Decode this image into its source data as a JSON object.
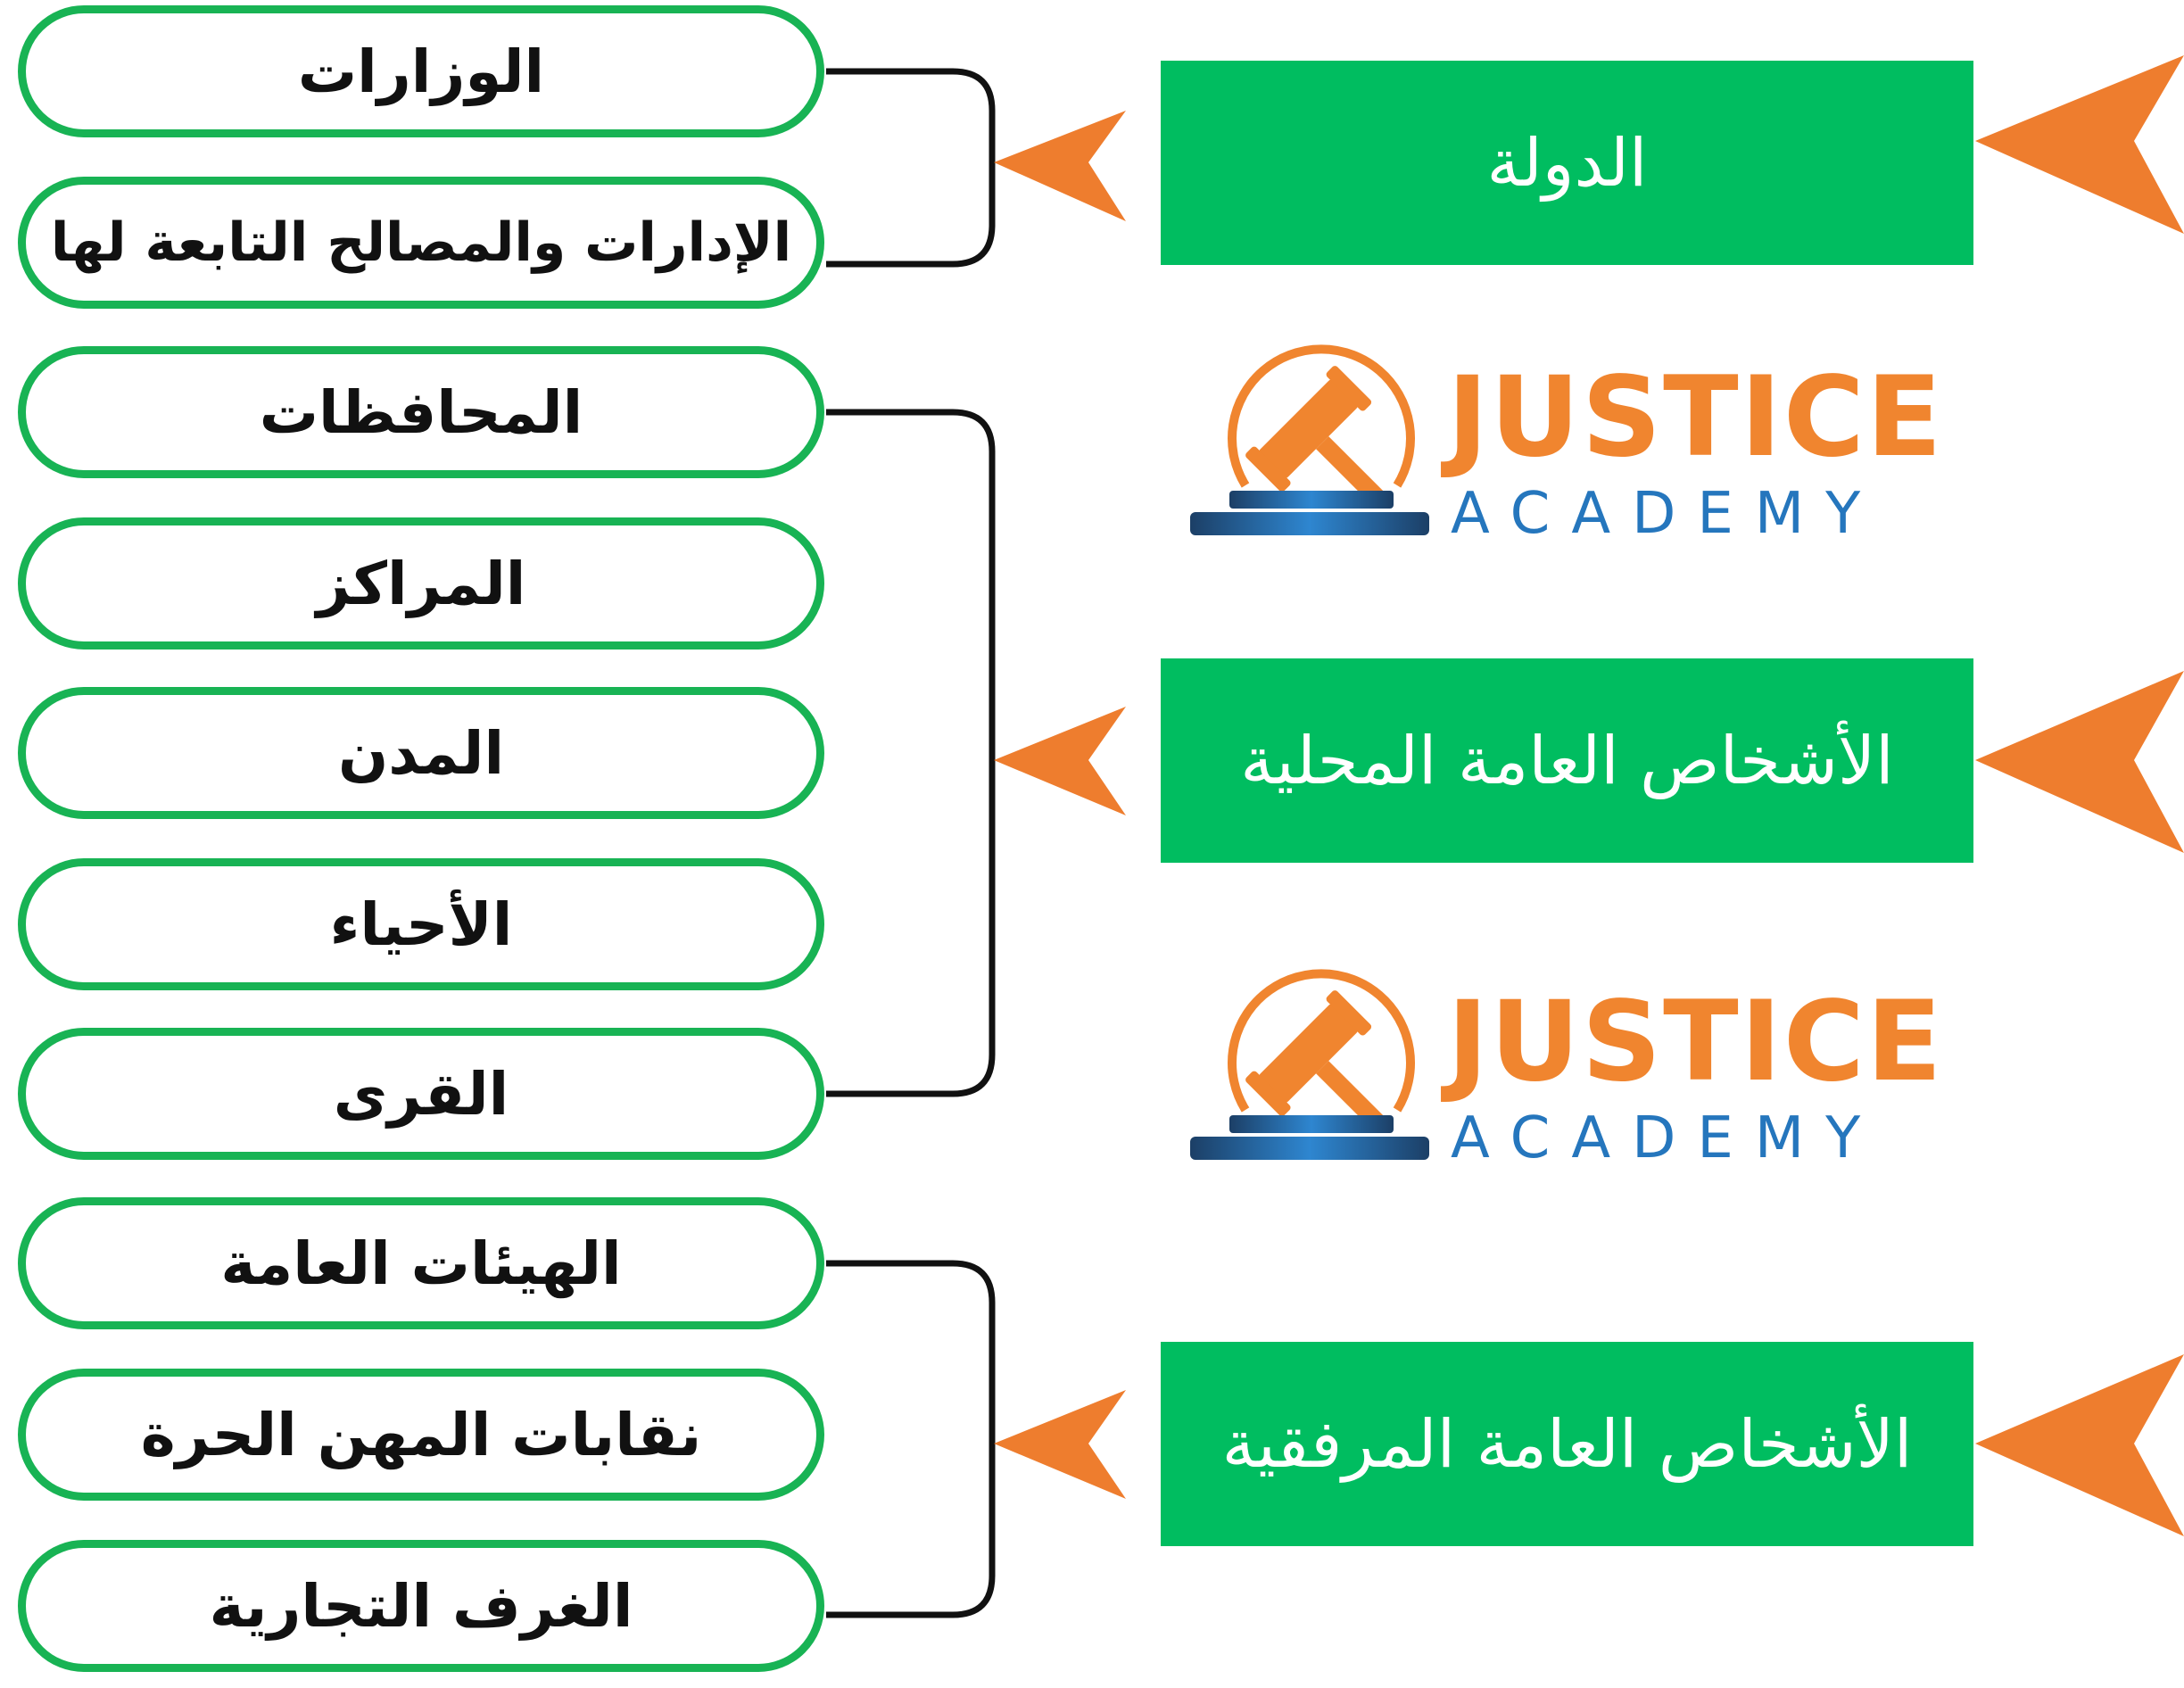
{
  "categories": [
    {
      "label": "الدولة",
      "members": [
        "الوزارات",
        "الإدارات والمصالح التابعة لها"
      ]
    },
    {
      "label": "الأشخاص العامة المحلية",
      "members": [
        "المحافظات",
        "المراكز",
        "المدن",
        "الأحياء",
        "القرى"
      ]
    },
    {
      "label": "الأشخاص العامة المرفقية",
      "members": [
        "الهيئات العامة",
        "نقابات المهن الحرة",
        "الغرف التجارية"
      ]
    }
  ],
  "logo": {
    "line1": "JUSTICE",
    "line2": "ACADEMY",
    "icon": "gavel-icon"
  },
  "colors": {
    "box_green": "#00bd60",
    "pill_border": "#18b354",
    "arrow_orange": "#ee7d2e",
    "logo_orange": "#f0852f",
    "logo_blue": "#2576bd"
  }
}
